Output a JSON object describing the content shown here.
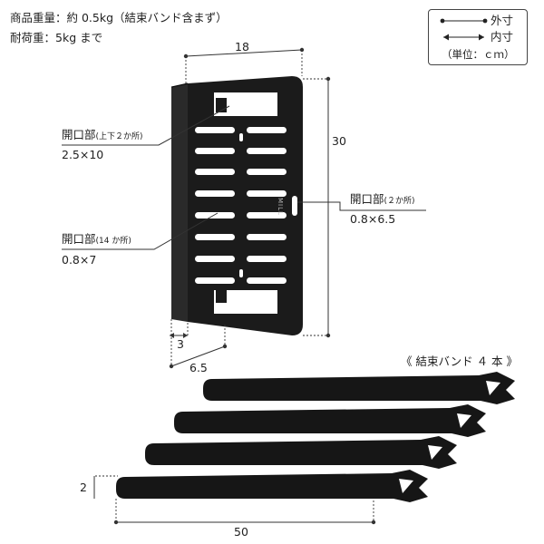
{
  "specs": {
    "weight": "商品重量：約 0.5kg（結束バンド含まず）",
    "load": "耐荷重：5kg まで"
  },
  "legend": {
    "outer": "外寸",
    "inner": "内寸",
    "unit": "（単位：ｃｍ）"
  },
  "plate": {
    "width": "18",
    "height": "30",
    "depth": "3",
    "lip": "6.5",
    "brand": "MILL"
  },
  "callouts": {
    "top_bottom_title": "開口部",
    "top_bottom_note": "(上下２か所)",
    "top_bottom_size": "2.5×10",
    "side_title": "開口部",
    "side_note": "(２か所)",
    "side_size": "0.8×6.5",
    "slots_title": "開口部",
    "slots_note": "(14 か所)",
    "slots_size": "0.8×7"
  },
  "bands": {
    "title": "《 結束バンド ４ 本 》",
    "length": "50",
    "width": "2"
  }
}
